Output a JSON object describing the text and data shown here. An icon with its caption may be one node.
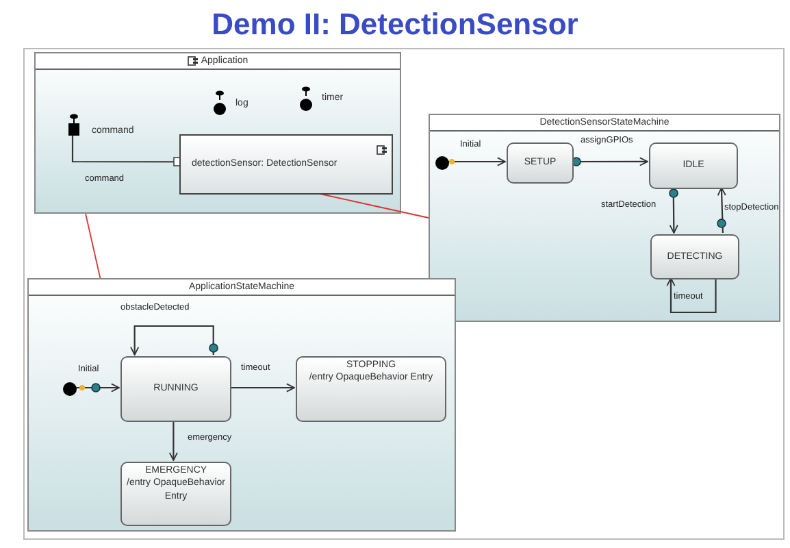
{
  "diagram": {
    "title": "Demo II: DetectionSensor",
    "nodes": [
      {
        "text": [
          "Application"
        ]
      },
      {
        "text": [],
        "shape": "box",
        "beside": [
          "command"
        ],
        "in": 0
      },
      {
        "text": [],
        "shape": "circle",
        "beside": [
          "log"
        ],
        "in": 0
      },
      {
        "text": [],
        "shape": "circle",
        "beside": [
          "timer"
        ],
        "in": 0
      },
      {
        "text": [
          "detectionSensor: DetectionSensor"
        ],
        "in": 0
      },
      {
        "text": [
          "DetectionSensorStateMachine"
        ]
      },
      {
        "text": [],
        "shape": "circle",
        "in": 5
      },
      {
        "text": [
          "SETUP"
        ],
        "in": 5
      },
      {
        "text": [
          "IDLE"
        ],
        "in": 5
      },
      {
        "text": [
          "DETECTING"
        ],
        "in": 5
      },
      {
        "text": [
          "ApplicationStateMachine"
        ]
      },
      {
        "text": [],
        "shape": "circle",
        "in": 10
      },
      {
        "text": [
          "RUNNING"
        ],
        "in": 10
      },
      {
        "text": [
          "STOPPING",
          "/entry OpaqueBehavior Entry"
        ],
        "in": 10
      },
      {
        "text": [
          "EMERGENCY",
          "/entry OpaqueBehavior Entry"
        ],
        "in": 10
      }
    ],
    "edges": [
      {
        "from": 1,
        "to": 4,
        "arrow": "none",
        "label": "command"
      },
      {
        "from": 6,
        "to": 7,
        "arrow": "to",
        "label": "Initial"
      },
      {
        "from": 7,
        "to": 8,
        "arrow": "to",
        "label": "assignGPIOs"
      },
      {
        "from": 8,
        "to": 9,
        "arrow": "to",
        "label": "startDetection"
      },
      {
        "from": 9,
        "to": 8,
        "arrow": "to",
        "label": "stopDetection"
      },
      {
        "from": 9,
        "to": 9,
        "arrow": "to",
        "label": "timeout"
      },
      {
        "from": 11,
        "to": 12,
        "arrow": "to",
        "label": "Initial"
      },
      {
        "from": 12,
        "to": 12,
        "arrow": "to",
        "label": "obstacleDetected"
      },
      {
        "from": 12,
        "to": 13,
        "arrow": "to",
        "label": "timeout"
      },
      {
        "from": 12,
        "to": 14,
        "arrow": "to",
        "label": "emergency"
      },
      {
        "from": 4,
        "to": 5,
        "arrow": "none",
        "color": "#dd3333"
      },
      {
        "from": 0,
        "to": 10,
        "arrow": "none",
        "color": "#dd3333"
      }
    ]
  }
}
